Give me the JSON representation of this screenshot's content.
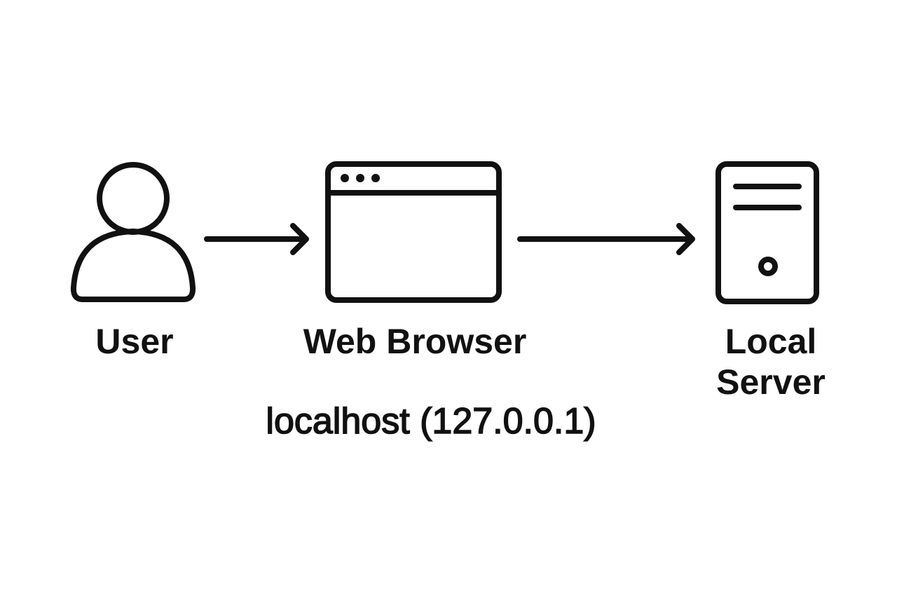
{
  "nodes": {
    "user": {
      "label": "User",
      "icon": "user-icon"
    },
    "browser": {
      "label": "Web Browser",
      "icon": "browser-window-icon"
    },
    "server": {
      "label_line1": "Local",
      "label_line2": "Server",
      "icon": "server-icon"
    }
  },
  "edges": [
    {
      "from": "user",
      "to": "browser"
    },
    {
      "from": "browser",
      "to": "server"
    }
  ],
  "caption": "localhost (127.0.0.1)",
  "colors": {
    "stroke": "#111111",
    "background": "#ffffff"
  }
}
